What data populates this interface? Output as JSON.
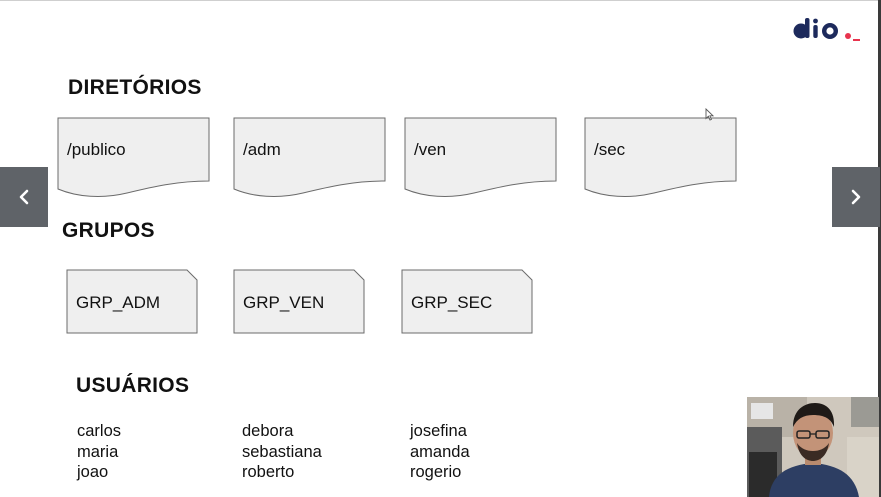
{
  "slide": {
    "directories": {
      "heading": "DIRETÓRIOS",
      "items": [
        "/publico",
        "/adm",
        "/ven",
        "/sec"
      ]
    },
    "groups": {
      "heading": "GRUPOS",
      "items": [
        "GRP_ADM",
        "GRP_VEN",
        "GRP_SEC"
      ]
    },
    "users": {
      "heading": "USUÁRIOS",
      "columns": [
        [
          "carlos",
          "maria",
          "joao"
        ],
        [
          "debora",
          "sebastiana",
          "roberto"
        ],
        [
          "josefina",
          "amanda",
          "rogerio"
        ]
      ]
    }
  },
  "colors": {
    "shape_fill": "#efefef",
    "shape_stroke": "#6b6b6b",
    "nav_button": "#5f6368",
    "logo_dark": "#1d2a5c",
    "logo_accent": "#e8344e"
  },
  "icons": {
    "prev": "chevron-left-icon",
    "next": "chevron-right-icon",
    "cursor": "mouse-pointer-icon"
  }
}
